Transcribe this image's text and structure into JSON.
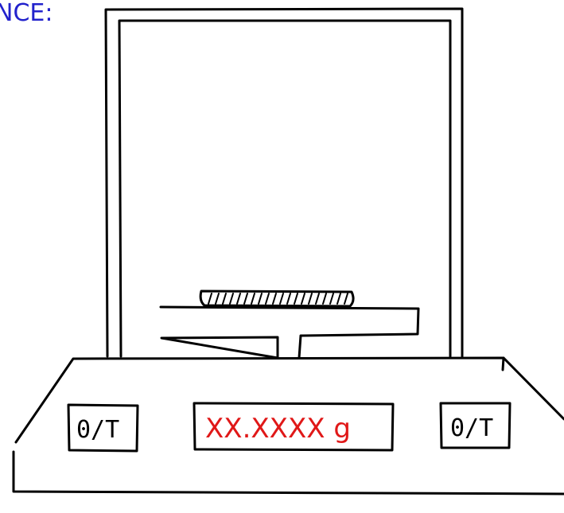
{
  "title": "NCE:",
  "buttons": {
    "left_label": "0/T",
    "right_label": "0/T"
  },
  "display": {
    "reading": "XX.XXXX g"
  },
  "colors": {
    "title": "#2222cc",
    "display_text": "#e01818",
    "outline": "#000000",
    "background": "#ffffff"
  }
}
